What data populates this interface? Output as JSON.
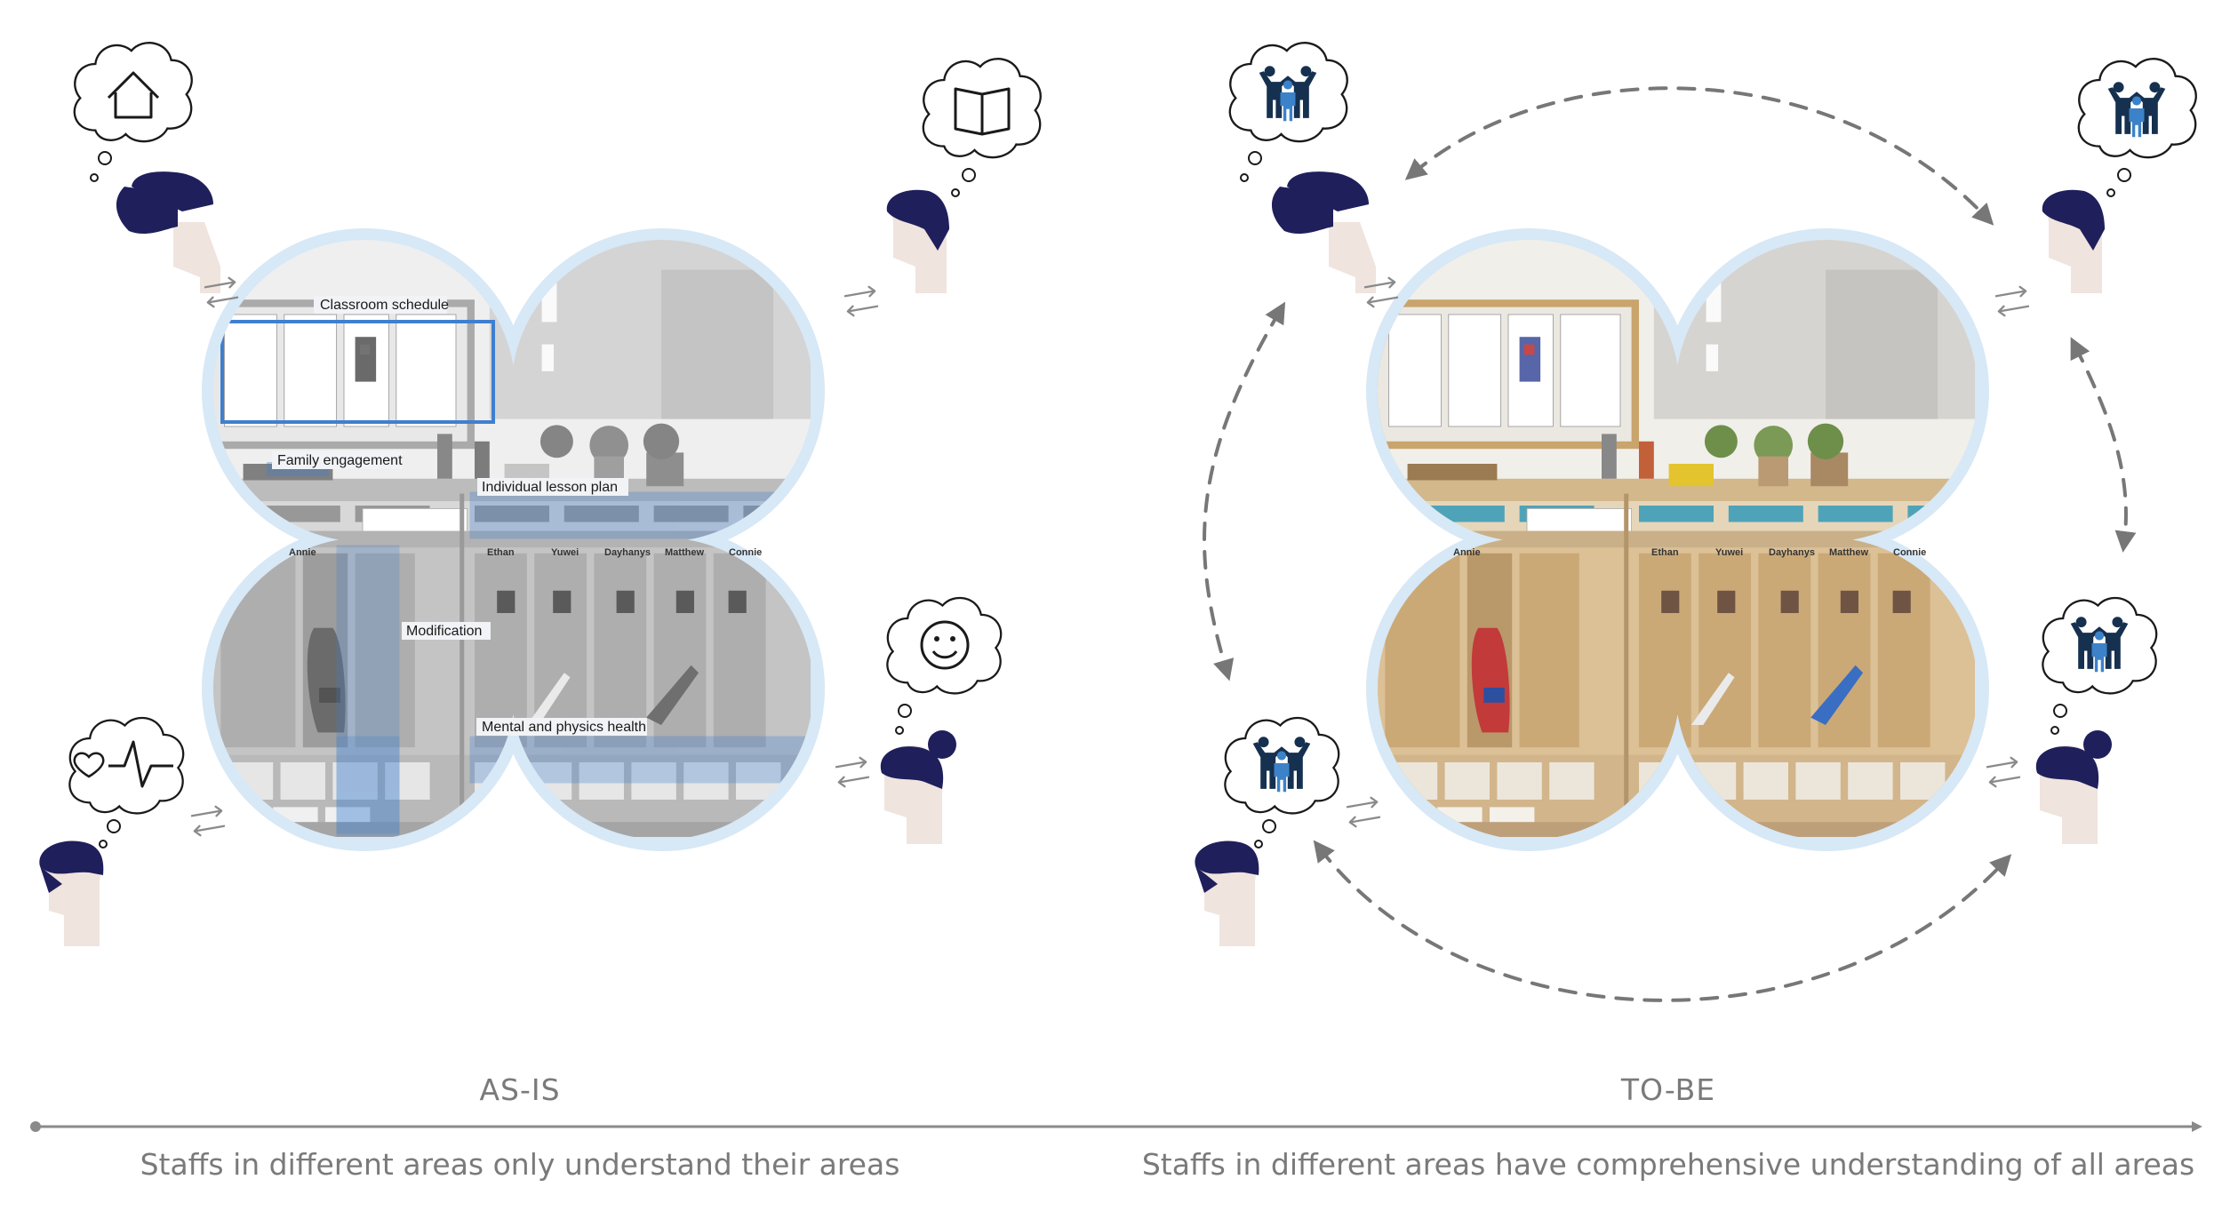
{
  "colors": {
    "head": "#1f1f5c",
    "skin": "#efe4de",
    "frame": "#d7e8f6",
    "highlight": "#3f7fd0",
    "arrow": "#8a8a8a",
    "dash": "#777777",
    "family_dark": "#16304f",
    "family_light": "#3c82c8",
    "text": "#7a7a7a"
  },
  "as_is": {
    "stage_label": "AS-IS",
    "caption": "Staffs in different areas only understand their areas",
    "photo_labels": {
      "classroom_schedule": "Classroom schedule",
      "family_engagement": "Family engagement",
      "individual_lesson_plan": "Individual lesson plan",
      "modification": "Modification",
      "mental_physics_health": "Mental and physics health"
    },
    "thought_icons": [
      "house-icon",
      "book-icon",
      "heart-pulse-icon",
      "smiley-icon"
    ]
  },
  "to_be": {
    "stage_label": "TO-BE",
    "caption": "Staffs in different areas have comprehensive understanding of all areas",
    "thought_icons": [
      "family-icon",
      "family-icon",
      "family-icon",
      "family-icon"
    ]
  },
  "cubby_names": [
    "Annie",
    "Ethan",
    "Yuwei",
    "Dayhanys",
    "Matthew",
    "Connie"
  ]
}
